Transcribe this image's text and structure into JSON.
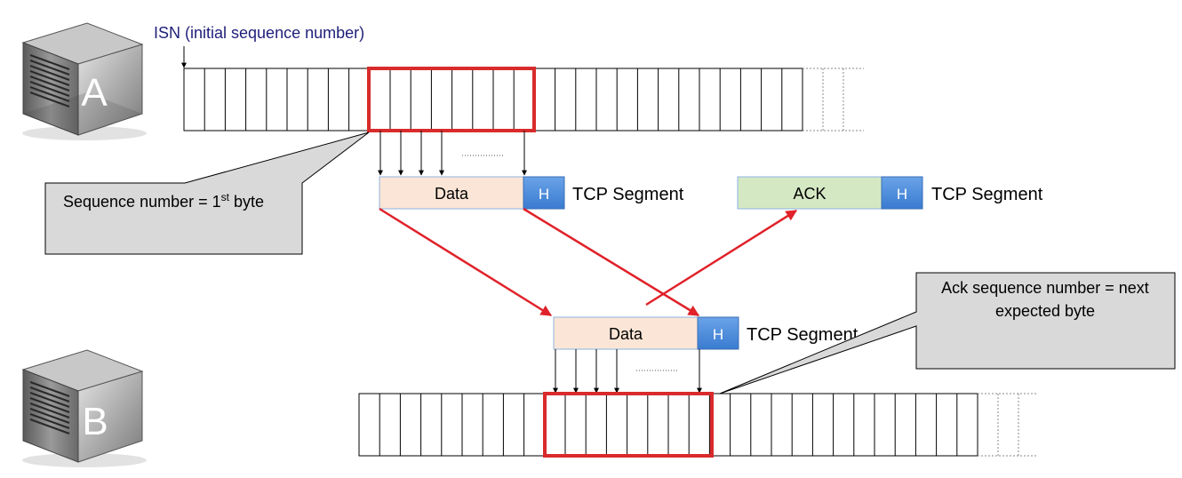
{
  "isn_label": "ISN (initial sequence number)",
  "host_a": {
    "letter": "A"
  },
  "host_b": {
    "letter": "B"
  },
  "callout_seq": {
    "text": "Sequence number = 1",
    "sup": "st",
    "suffix": " byte"
  },
  "callout_ack": {
    "line1": "Ack sequence number = next",
    "line2": "expected byte"
  },
  "segment_sent": {
    "body": "Data",
    "header": "H",
    "caption": "TCP Segment"
  },
  "segment_ack": {
    "body": "ACK",
    "header": "H",
    "caption": "TCP Segment"
  },
  "segment_received": {
    "body": "Data",
    "header": "H",
    "caption": "TCP Segment"
  },
  "colors": {
    "highlight": "#d92b2b",
    "arrow": "#e0222a",
    "data_fill": "#fbe5d6",
    "ack_fill": "#d5e8c4",
    "header_fill": "#4d8fdc",
    "callout_fill": "#d9d9d9",
    "isn_text": "#1f1f7a"
  }
}
